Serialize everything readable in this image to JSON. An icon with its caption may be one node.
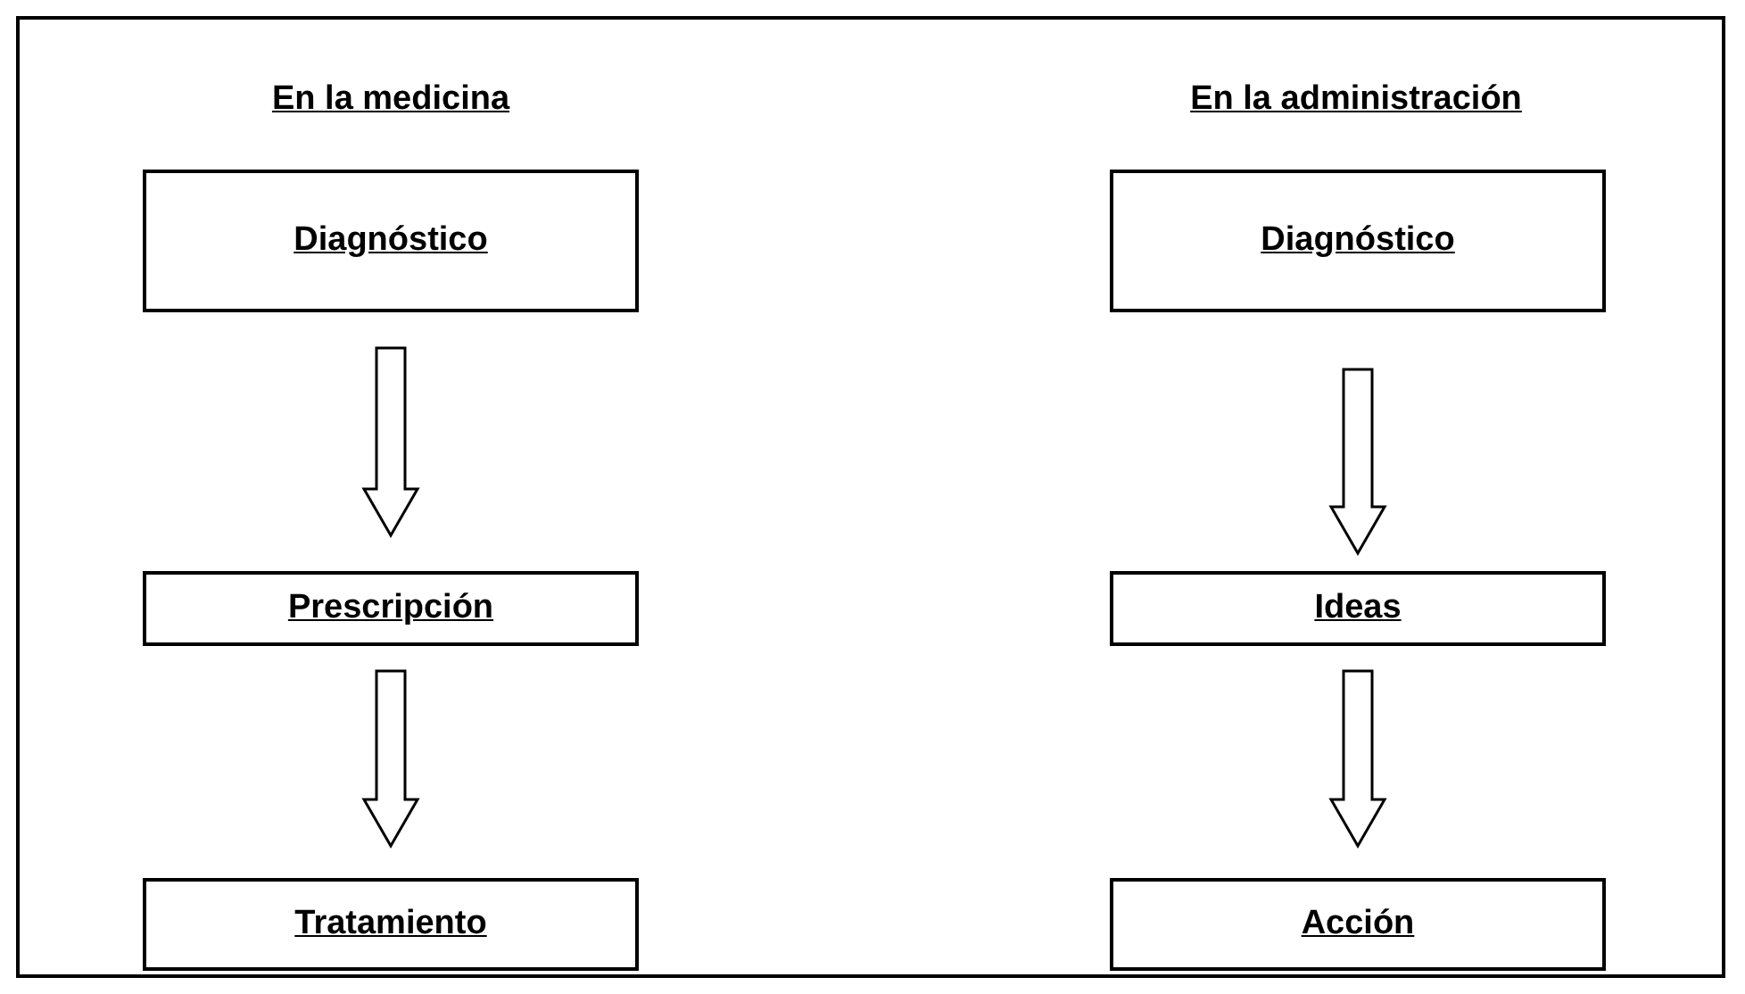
{
  "diagram": {
    "nodes": [
      {
        "text": [
          "Diagnóstico"
        ]
      },
      {
        "text": [
          "Prescripción"
        ]
      },
      {
        "text": [
          "Tratamiento"
        ]
      },
      {
        "text": [
          "Diagnóstico"
        ]
      },
      {
        "text": [
          "Ideas"
        ]
      },
      {
        "text": [
          "Acción"
        ]
      }
    ],
    "edges": [
      {
        "from": 0,
        "to": 1,
        "arrow": "to"
      },
      {
        "from": 1,
        "to": 2,
        "arrow": "to"
      },
      {
        "from": 3,
        "to": 4,
        "arrow": "to"
      },
      {
        "from": 4,
        "to": 5,
        "arrow": "to"
      }
    ],
    "labels": [
      "En la medicina",
      "En la administración"
    ]
  }
}
